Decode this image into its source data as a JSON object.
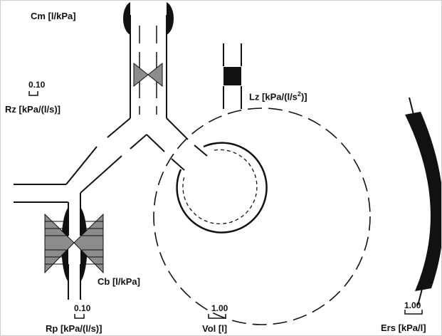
{
  "labels": {
    "cm": "Cm [l/kPa]",
    "rz": "Rz [kPa/(l/s)]",
    "lz_main": "Lz [kPa/(l/s",
    "lz_sup": "2",
    "lz_end": ")]",
    "cb": "Cb [l/kPa]",
    "rp": "Rp [kPa/(l/s)]",
    "vol": "Vol [l]",
    "ers": "Ers [kPa/l]"
  },
  "scales": {
    "rz": "0.10",
    "rp": "0.10",
    "vol": "1.00",
    "ers": "1.00"
  },
  "colors": {
    "stroke": "#111111",
    "fill_dark": "#111111",
    "fill_gray": "#8c8c8c"
  }
}
